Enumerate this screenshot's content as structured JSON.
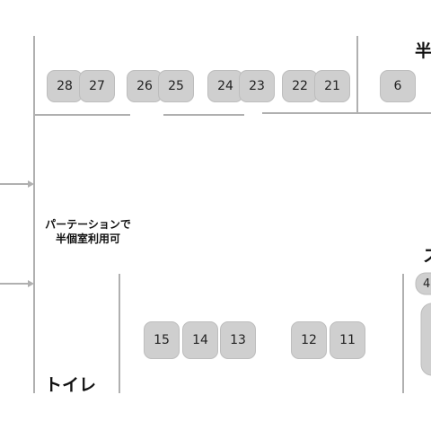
{
  "seats_top": [
    {
      "id": "28",
      "label": "28"
    },
    {
      "id": "27",
      "label": "27"
    },
    {
      "id": "26",
      "label": "26"
    },
    {
      "id": "25",
      "label": "25"
    },
    {
      "id": "24",
      "label": "24"
    },
    {
      "id": "23",
      "label": "23"
    },
    {
      "id": "22",
      "label": "22"
    },
    {
      "id": "21",
      "label": "21"
    },
    {
      "id": "6",
      "label": "6"
    }
  ],
  "seats_bottom": [
    {
      "id": "15",
      "label": "15"
    },
    {
      "id": "14",
      "label": "14"
    },
    {
      "id": "13",
      "label": "13"
    },
    {
      "id": "12",
      "label": "12"
    },
    {
      "id": "11",
      "label": "11"
    }
  ],
  "partial_seat": {
    "label": "4"
  },
  "labels": {
    "partition_line1": "パーテーションで",
    "partition_line2": "半個室利用可",
    "toilet": "トイレ",
    "top_right": "半",
    "right_mid": "ス"
  },
  "colors": {
    "seat_fill": "#cfcfcf",
    "seat_border": "#bdbdbd",
    "wall": "#b0b0b0"
  }
}
